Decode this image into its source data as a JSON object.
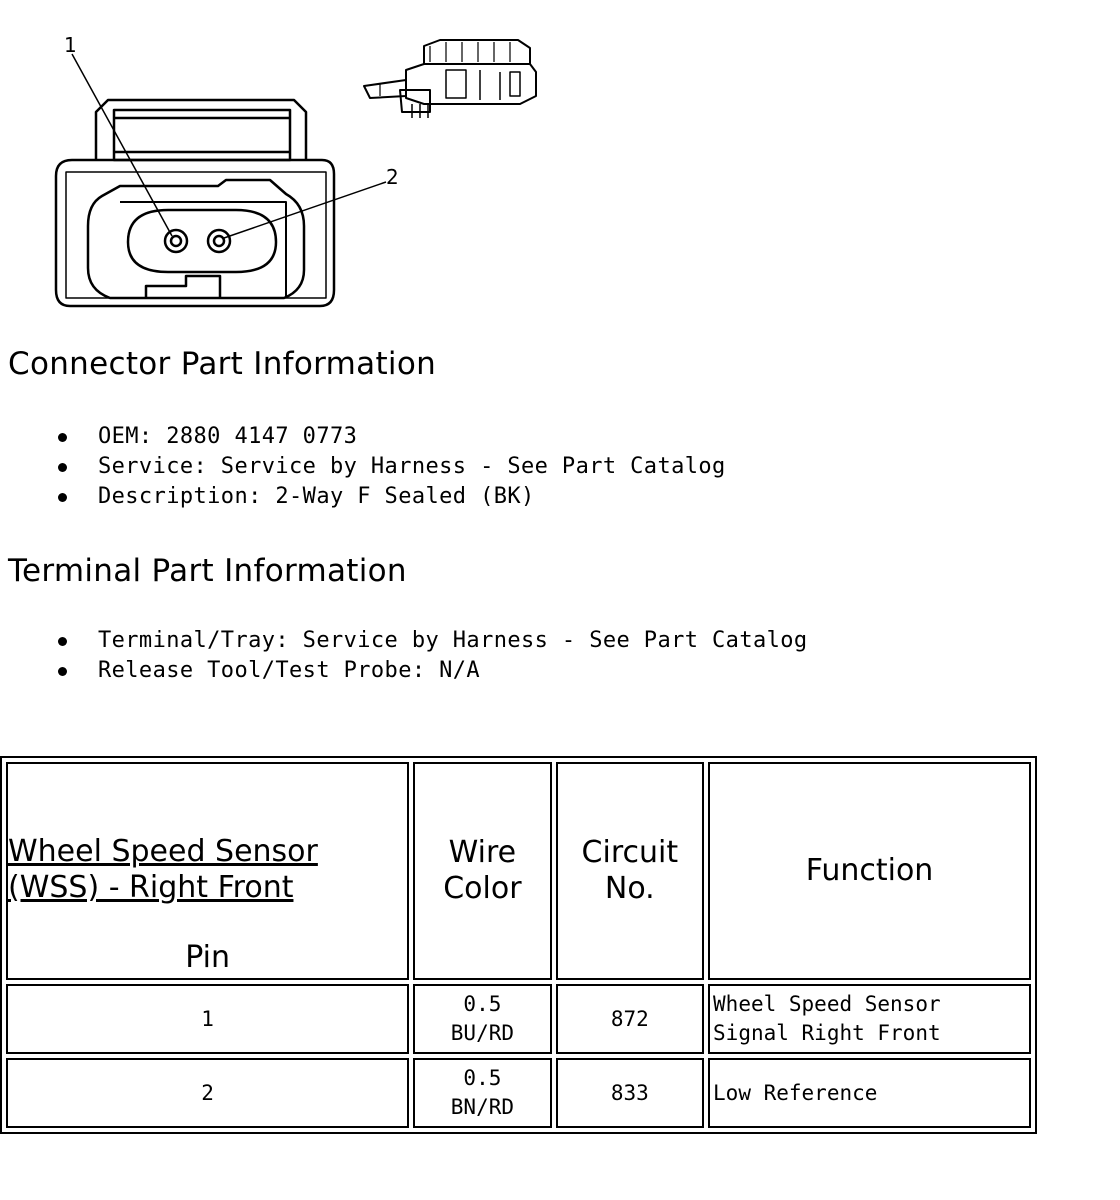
{
  "figure": {
    "callouts": [
      "1",
      "2"
    ]
  },
  "connector_section": {
    "heading": "Connector Part Information",
    "items": [
      "OEM: 2880 4147 0773",
      "Service: Service by Harness - See Part Catalog",
      "Description: 2-Way F Sealed (BK)"
    ]
  },
  "terminal_section": {
    "heading": "Terminal Part Information",
    "items": [
      "Terminal/Tray: Service by Harness - See Part Catalog",
      "Release Tool/Test Probe: N/A"
    ]
  },
  "pin_table": {
    "connector_name": "Wheel Speed Sensor (WSS) - Right Front",
    "pin_header": "Pin",
    "wire_color_header": "Wire Color",
    "circuit_header": "Circuit No.",
    "function_header": "Function",
    "rows": [
      {
        "pin": "1",
        "wire_size": "0.5",
        "wire_color": "BU/RD",
        "circuit": "872",
        "function": "Wheel Speed Sensor Signal Right Front"
      },
      {
        "pin": "2",
        "wire_size": "0.5",
        "wire_color": "BN/RD",
        "circuit": "833",
        "function": "Low Reference"
      }
    ]
  }
}
